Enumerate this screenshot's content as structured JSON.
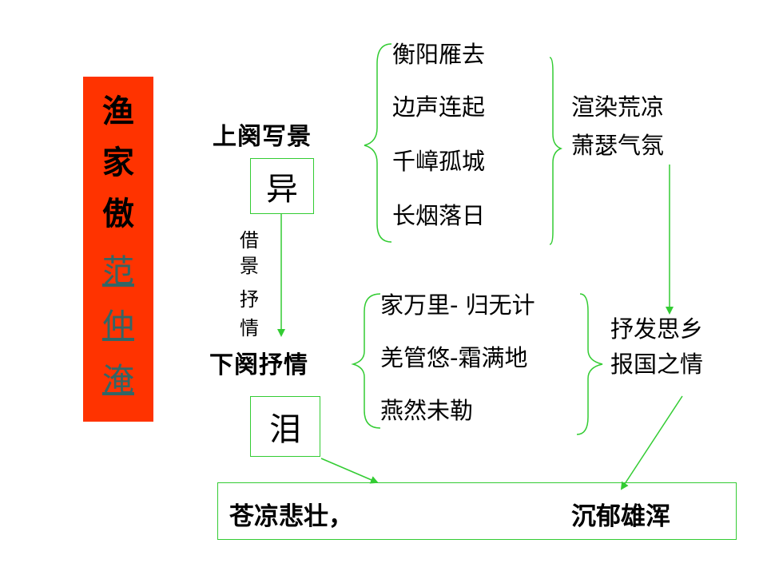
{
  "title": {
    "poem": [
      "渔",
      "家",
      "傲"
    ],
    "author": [
      "范",
      "仲",
      "淹"
    ]
  },
  "upper": {
    "label": "上阕写景",
    "keyword": "异",
    "items": [
      "衡阳雁去",
      "边声连起",
      "千嶂孤城",
      "长烟落日"
    ],
    "summary": [
      "渲染荒凉",
      "萧瑟气氛"
    ]
  },
  "transition": [
    "借",
    "景",
    "抒",
    "情"
  ],
  "lower": {
    "label": "下阕抒情",
    "keyword": "泪",
    "items": [
      "家万里- 归无计",
      "羌管悠-霜满地",
      "燕然未勒"
    ],
    "summary": [
      "抒发思乡",
      "报国之情"
    ]
  },
  "conclusion": {
    "left": "苍凉悲壮，",
    "right": "沉郁雄浑"
  },
  "colors": {
    "title_bg": "#ff3300",
    "author_text": "#336666",
    "box_border": "#33cc33",
    "arrow": "#33cc33",
    "brace": "#33cc33"
  }
}
